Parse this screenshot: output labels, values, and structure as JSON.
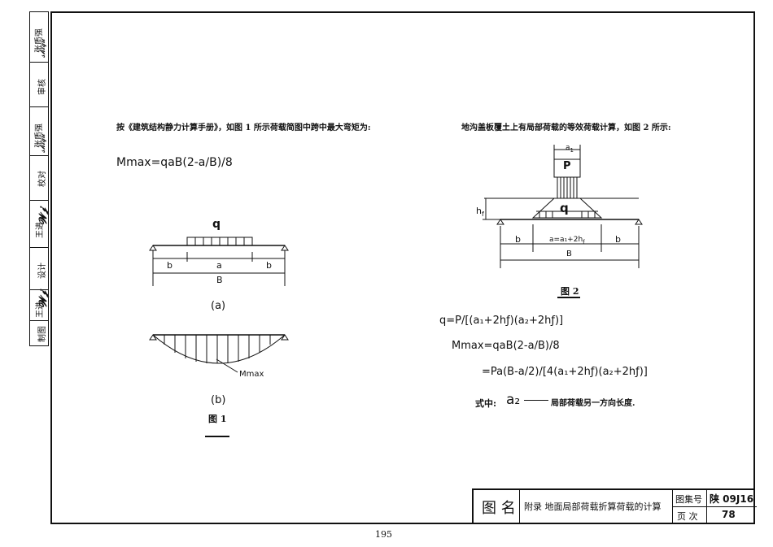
{
  "sidebar": {
    "rows": [
      {
        "label": "张质强",
        "sig": "𝓼𝓱𝓲𝓺𝓾"
      },
      {
        "label": "审核",
        "sig": ""
      },
      {
        "label": "张质强",
        "sig": "𝓼𝓱𝓲𝓺𝓾"
      },
      {
        "label": "校对",
        "sig": ""
      },
      {
        "label": "王进",
        "sig": "𝓦𝓳"
      },
      {
        "label": "设计",
        "sig": ""
      },
      {
        "label": "王进",
        "sig": "𝓦𝓳"
      },
      {
        "label": "制图",
        "sig": ""
      }
    ]
  },
  "left_section": {
    "intro": "按《建筑结构静力计算手册》，如图 1 所示荷载简图中跨中最大弯矩为:",
    "formula": "Mmax=qaB(2-a/B)/8",
    "fig_a": {
      "load": "q",
      "b_left": "b",
      "a_mid": "a",
      "b_right": "b",
      "span": "B",
      "caption": "(a)"
    },
    "fig_b": {
      "moment_label": "Mmax",
      "caption": "(b)"
    },
    "figure_caption": "图  1"
  },
  "right_section": {
    "intro": "地沟盖板覆土上有局部荷载的等效荷载计算，如图 2 所示:",
    "fig2": {
      "a1": "a",
      "a1_sub": "1",
      "P": "P",
      "q": "q",
      "hf": "h",
      "hf_sub": "f",
      "b_left": "b",
      "mid_label": "a=a₁+2h",
      "mid_sub": "f",
      "b_right": "b",
      "span": "B"
    },
    "figure_caption": "图  2",
    "formula_q": "q=P/[(a₁+2hƒ)(a₂+2hƒ)]",
    "formula_m1": "Mmax=qaB(2-a/B)/8",
    "formula_m2": "=Pa(B-a/2)/[4(a₁+2hƒ)(a₂+2hƒ)]",
    "note_prefix": "式中:",
    "note_symbol": "a₂",
    "note_text": "局部荷载另一方向长度."
  },
  "title_block": {
    "name_label": "图 名",
    "title": "附录    地面局部荷载折算荷载的计算",
    "atlas_label": "图集号",
    "atlas_value": "陕 09J16",
    "page_label": "页  次",
    "page_value": "78"
  },
  "page_number": "195"
}
